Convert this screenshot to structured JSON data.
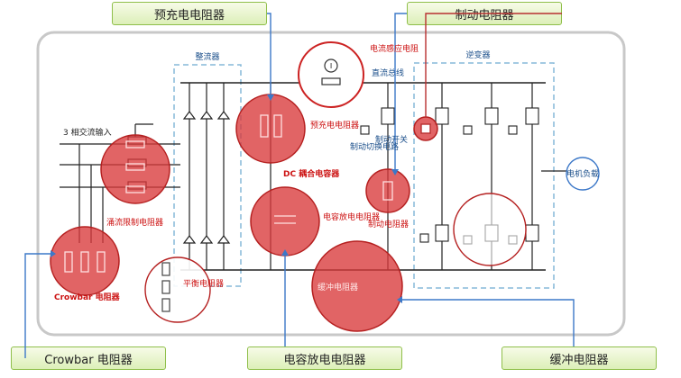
{
  "callouts": {
    "precharge": "预充电电阻器",
    "braking": "制动电阻器",
    "crowbar": "Crowbar 电阻器",
    "capacitor_discharge": "电容放电电阻器",
    "snubber": "缓冲电阻器"
  },
  "diagram": {
    "rectifier_title": "整流器",
    "inverter_title": "逆变器",
    "ac_input": "3 相交流输入",
    "inrush_limit": "涌流限制电阻器",
    "crowbar_red": "Crowbar 电阻器",
    "balancing": "平衡电阻器",
    "current_sense": "电流感应电阻",
    "dc_bus": "直流总线",
    "precharge_red": "预充电电阻器",
    "dc_link_cap": "DC 耦合电容器",
    "cap_discharge_red": "电容放电电阻器",
    "brake_switch_circuit": "制动切换电路",
    "brake_switch": "制动开关",
    "brake_resistor_red": "制动电阻器",
    "snubber_red": "缓冲电阻器",
    "motor_load": "电机负载",
    "ammeter_symbol": "I"
  },
  "colors": {
    "highlight_fill": "#d9383a",
    "highlight_text": "#cc1111",
    "leader_blue": "#3c78c8",
    "leader_red": "#b83030",
    "callout_border": "#8fbf4a",
    "panel_border": "#c8c8c8",
    "dashed_box": "#86b8d8"
  }
}
